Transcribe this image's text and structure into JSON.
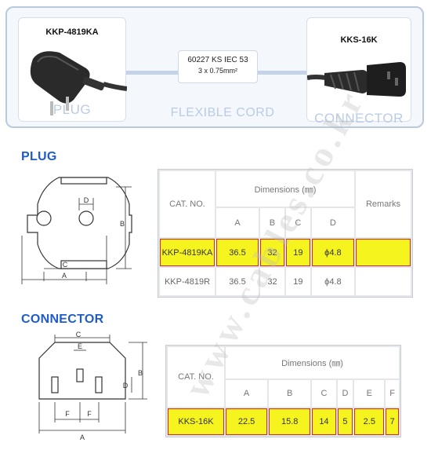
{
  "assembly": {
    "plug_code": "KKP-4819KA",
    "connector_code": "KKS-16K",
    "cord_spec_line1": "60227 KS IEC 53",
    "cord_spec_line2": "3 x 0.75mm²",
    "plug_label": "PLUG",
    "cord_label": "FLEXIBLE CORD",
    "connector_label": "CONNECTOR"
  },
  "plug": {
    "title": "PLUG",
    "diagram_labels": {
      "a": "A",
      "b": "B",
      "c": "C",
      "d": "D"
    },
    "table": {
      "cat_header": "CAT. NO.",
      "dimensions_header": "Dimensions (㎜)",
      "remarks_header": "Remarks",
      "columns": [
        "A",
        "B",
        "C",
        "D"
      ],
      "rows": [
        {
          "cat": "KKP-4819KA",
          "values": [
            "36.5",
            "32",
            "19",
            "ϕ4.8"
          ],
          "remarks": "",
          "highlight": true
        },
        {
          "cat": "KKP-4819R",
          "values": [
            "36.5",
            "32",
            "19",
            "ϕ4.8"
          ],
          "remarks": "",
          "highlight": false
        }
      ]
    }
  },
  "connector": {
    "title": "CONNECTOR",
    "diagram_labels": {
      "a": "A",
      "b": "B",
      "c": "C",
      "d": "D",
      "e": "E",
      "f": "F"
    },
    "table": {
      "cat_header": "CAT. NO.",
      "dimensions_header": "Dimensions (㎜)",
      "columns": [
        "A",
        "B",
        "C",
        "D",
        "E",
        "F"
      ],
      "rows": [
        {
          "cat": "KKS-16K",
          "values": [
            "22.5",
            "15.8",
            "14",
            "5",
            "2.5",
            "7"
          ],
          "highlight": true
        }
      ]
    }
  },
  "watermark": "www.cables.co.kr",
  "colors": {
    "accent": "#1f5cc8",
    "highlight": "#f6f41e",
    "outline": "#d12a2a",
    "panel_border": "#b9c9e0"
  }
}
